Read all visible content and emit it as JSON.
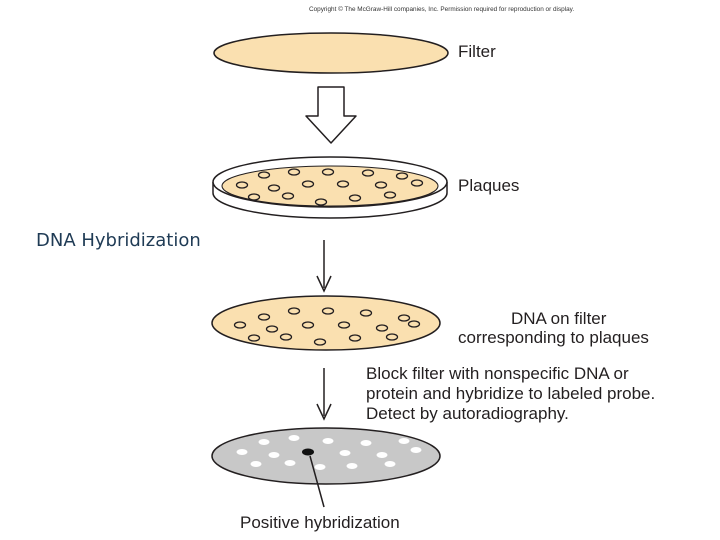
{
  "copyright": "Copyright © The McGraw-Hill companies, Inc. Permission required for reproduction or display.",
  "heading": "DNA Hybridization",
  "labels": {
    "filter": "Filter",
    "plaques": "Plaques",
    "dna_line1": "DNA on filter",
    "dna_line2": "corresponding to plaques",
    "block_line1": "Block filter with nonspecific DNA or",
    "block_line2": "protein and hybridize to labeled probe.",
    "block_line3": "Detect by autoradiography.",
    "positive": "Positive hybridization"
  },
  "colors": {
    "filter_fill": "#fae0b0",
    "autorad_fill": "#c8c8c8",
    "outline": "#231f20",
    "heading": "#1f3b55"
  }
}
